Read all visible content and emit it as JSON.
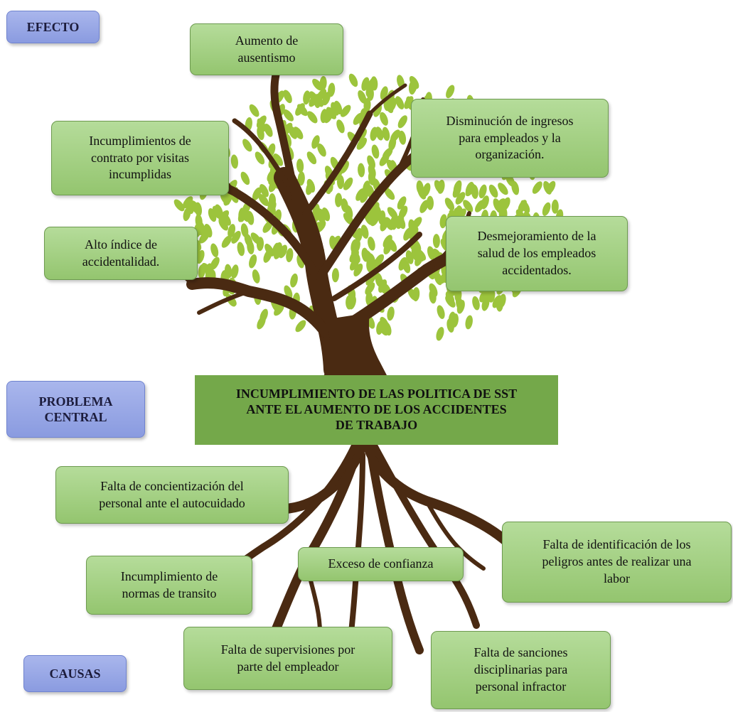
{
  "labels": {
    "efecto": "EFECTO",
    "problema_central": "PROBLEMA\nCENTRAL",
    "causas": "CAUSAS"
  },
  "central_problem": "INCUMPLIMIENTO DE LAS POLITICA DE SST\nANTE EL AUMENTO DE LOS ACCIDENTES\nDE TRABAJO",
  "effects": [
    "Aumento de\nausentismo",
    "Incumplimientos de\ncontrato por visitas\nincumplidas",
    "Disminución de ingresos\npara empleados y la\norganización.",
    "Alto índice de\naccidentalidad.",
    "Desmejoramiento de la\nsalud de los empleados\naccidentados."
  ],
  "causes": [
    "Falta de concientización del\npersonal ante el autocuidado",
    "Falta de identificación de los\npeligros antes de realizar una\nlabor",
    "Exceso de confianza",
    "Incumplimiento de\nnormas de transito",
    "Falta de supervisiones por\nparte del empleador",
    "Falta de sanciones\ndisciplinarias para\npersonal infractor"
  ],
  "colors": {
    "trunk": "#4a2a12",
    "leaf": "#9cc43c",
    "box_fill": "#a6d184",
    "central_fill": "#74a84a",
    "label_fill": "#9aa8e6"
  }
}
